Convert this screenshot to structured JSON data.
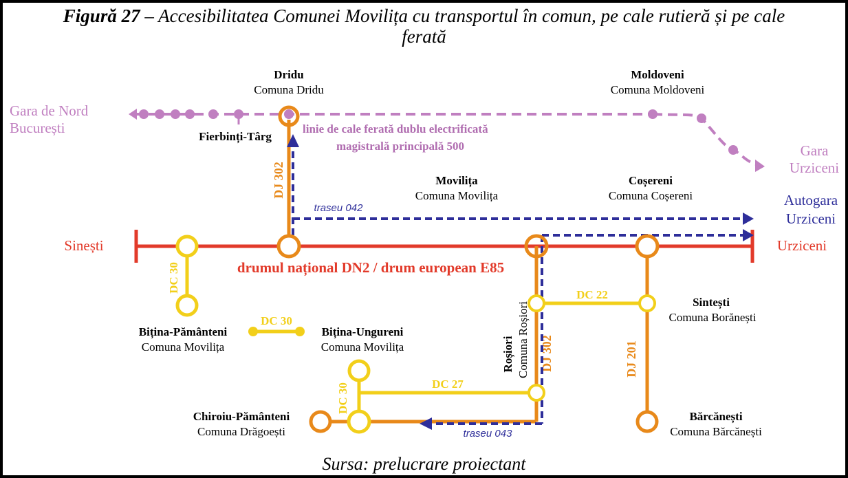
{
  "title": {
    "lead": "Figură 27",
    "rest": " – Accesibilitatea  Comunei Movilița cu transportul în comun, pe cale rutieră și pe cale",
    "line2": "ferată"
  },
  "source": "Sursa: prelucrare proiectant",
  "railway": {
    "left_station": [
      "Gara de Nord",
      "București"
    ],
    "right_station": [
      "Gara",
      "Urziceni"
    ],
    "label_line1": "linie de cale ferată dublu electrificată",
    "label_line2": "magistrală principală 500",
    "stop_fierbinti": "Fierbinți-Târg"
  },
  "road": {
    "main_label": "drumul național DN2 / drum european E85",
    "west_end": "Sinești",
    "east_end": "Urziceni",
    "bus_terminal": [
      "Autogara",
      "Urziceni"
    ],
    "route_042": "traseu 042",
    "route_043": "traseu 043",
    "dj302_north": "DJ 302",
    "dj302_south": "DJ 302",
    "dj201": "DJ 201",
    "dc30_a": "DC 30",
    "dc30_b": "DC 30",
    "dc30_c": "DC 30",
    "dc22": "DC 22",
    "dc27": "DC 27"
  },
  "places": {
    "dridu": {
      "name": "Dridu",
      "sub": "Comuna Dridu"
    },
    "moldoveni": {
      "name": "Moldoveni",
      "sub": "Comuna Moldoveni"
    },
    "movilita": {
      "name": "Movilița",
      "sub": "Comuna Movilița"
    },
    "cosereni": {
      "name": "Coșereni",
      "sub": "Comuna Coșereni"
    },
    "bitina_pam": {
      "name": "Bițina-Pământeni",
      "sub": "Comuna Movilița"
    },
    "bitina_ung": {
      "name": "Bițina-Ungureni",
      "sub": "Comuna Movilița"
    },
    "rosiori": {
      "name": "Roșiori",
      "sub": "Comuna Roșiori"
    },
    "sintesti": {
      "name": "Sintești",
      "sub": "Comuna Borănești"
    },
    "chiroiu": {
      "name": "Chiroiu-Pământeni",
      "sub": "Comuna Drăgoești"
    },
    "barcanesti": {
      "name": "Bărcănești",
      "sub": "Comuna Bărcănești"
    }
  },
  "colors": {
    "railway": "#c07fc0",
    "national_road": "#e23a2a",
    "county_road": "#e8891a",
    "communal_road": "#f2cf1a",
    "bus_route": "#2e2e9a"
  }
}
